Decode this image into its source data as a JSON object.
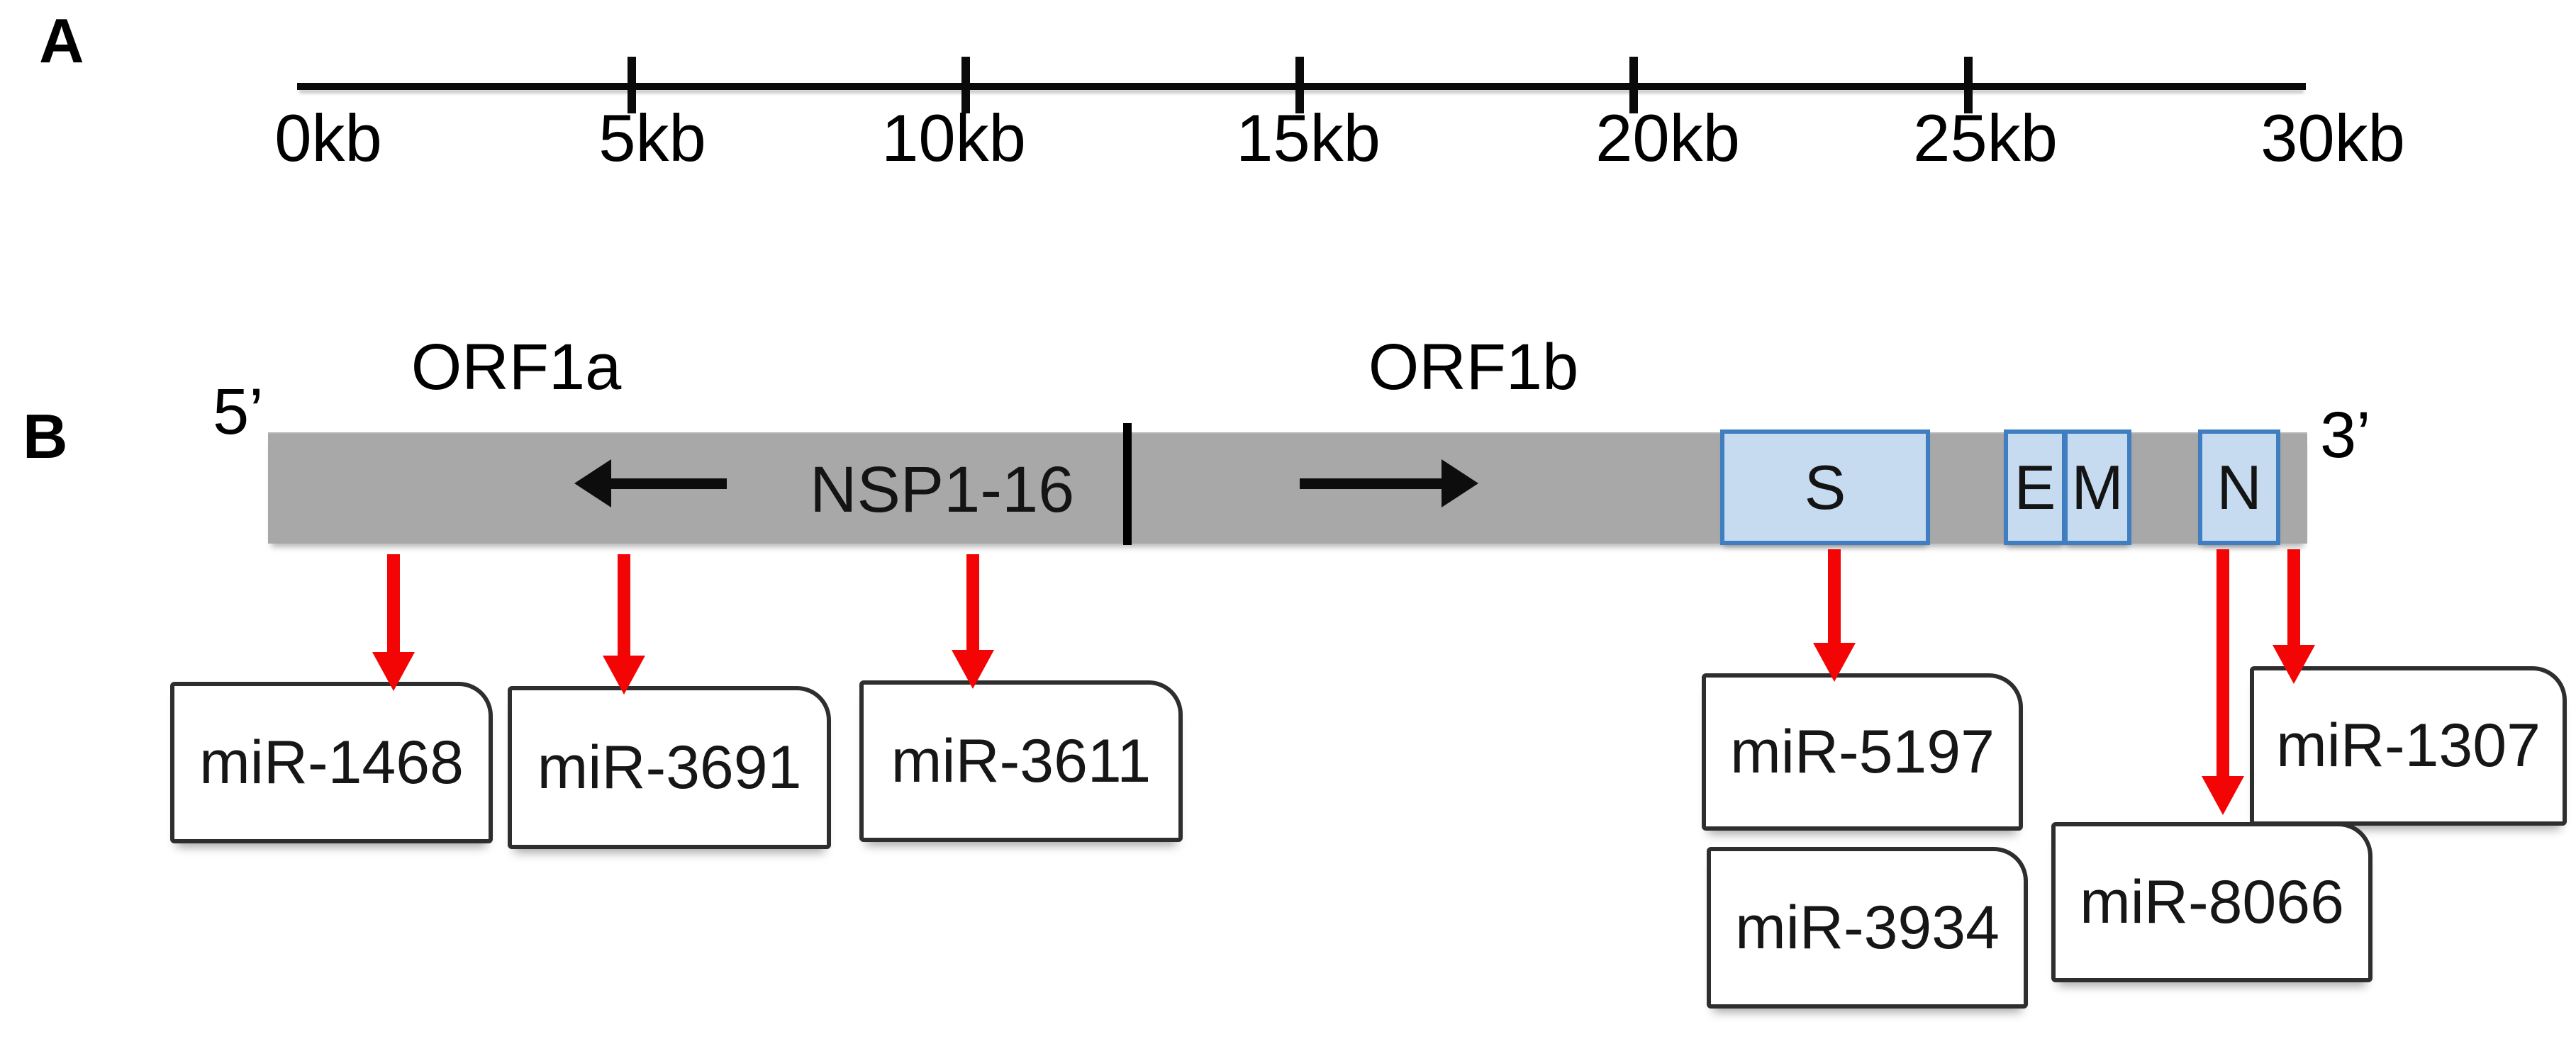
{
  "panels": {
    "a_label": "A",
    "b_label": "B"
  },
  "ruler": {
    "unit": "kb",
    "range_kb": [
      0,
      30
    ],
    "tick_interval_kb": 5,
    "labels": [
      "0kb",
      "5kb",
      "10kb",
      "15kb",
      "20kb",
      "25kb",
      "30kb"
    ]
  },
  "genome": {
    "five_prime_label": "5’",
    "three_prime_label": "3’",
    "orf1a_label": "ORF1a",
    "orf1b_label": "ORF1b",
    "nsp_label": "NSP1-16",
    "segments": [
      {
        "label": "S"
      },
      {
        "label": "E"
      },
      {
        "label": "M"
      },
      {
        "label": "N"
      }
    ]
  },
  "mirnas": [
    {
      "label": "miR-1468"
    },
    {
      "label": "miR-3691"
    },
    {
      "label": "miR-3611"
    },
    {
      "label": "miR-5197"
    },
    {
      "label": "miR-3934"
    },
    {
      "label": "miR-8066"
    },
    {
      "label": "miR-1307"
    }
  ],
  "colors": {
    "arrow_red": "#f40505",
    "bar_gray": "#a8a8a8",
    "gene_fill_blue": "#c6dbf0",
    "gene_border_blue": "#3f7ec0",
    "ink_black": "#000000"
  }
}
